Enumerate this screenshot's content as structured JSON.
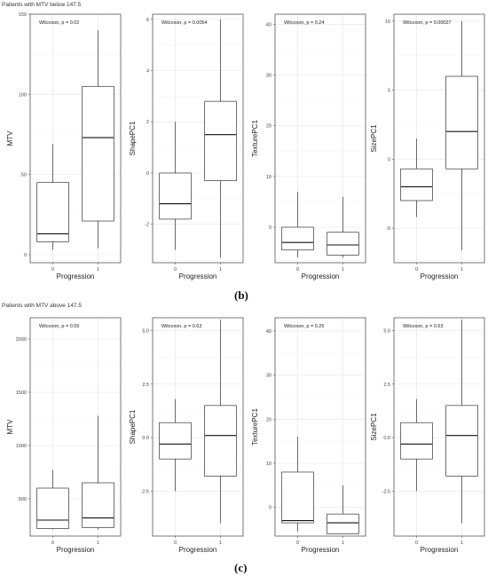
{
  "figure": {
    "panel_b": {
      "subtitle": "Patients with MTV below 147.5",
      "label": "(b)"
    },
    "panel_c": {
      "subtitle": "Patients with MTV above 147.5",
      "label": "(c)"
    }
  },
  "style": {
    "box_fill": "#ffffff",
    "box_stroke": "#333333",
    "grid": "#ebebeb",
    "frame": "#555555"
  },
  "chart_data": [
    {
      "type": "boxplot",
      "panel": "b",
      "ylabel": "MTV",
      "xlabel": "Progression",
      "annotation": "Wilcoxon, p = 0.02",
      "categories": [
        "0",
        "1"
      ],
      "ylim": [
        -5,
        150
      ],
      "yticks": [
        0,
        50,
        100,
        150
      ],
      "grid": true,
      "boxes": [
        {
          "min": 3,
          "q1": 8,
          "median": 13,
          "q3": 45,
          "max": 69
        },
        {
          "min": 4,
          "q1": 21,
          "median": 73,
          "q3": 105,
          "max": 140
        }
      ]
    },
    {
      "type": "boxplot",
      "panel": "b",
      "ylabel": "ShapePC1",
      "xlabel": "Progression",
      "annotation": "Wilcoxon, p = 0.0054",
      "categories": [
        "0",
        "1"
      ],
      "ylim": [
        -3.5,
        6.2
      ],
      "yticks": [
        -2,
        0,
        2,
        4,
        6
      ],
      "grid": true,
      "boxes": [
        {
          "min": -3.0,
          "q1": -1.8,
          "median": -1.2,
          "q3": 0.0,
          "max": 2.0
        },
        {
          "min": -3.3,
          "q1": -0.3,
          "median": 1.5,
          "q3": 2.8,
          "max": 6.0
        }
      ]
    },
    {
      "type": "boxplot",
      "panel": "b",
      "ylabel": "TexturePC1",
      "xlabel": "Progression",
      "annotation": "Wilcoxon, p = 0.24",
      "categories": [
        "0",
        "1"
      ],
      "ylim": [
        -7,
        42
      ],
      "yticks": [
        0,
        10,
        20,
        30,
        40
      ],
      "grid": true,
      "boxes": [
        {
          "min": -6.0,
          "q1": -4.5,
          "median": -3.0,
          "q3": 0.0,
          "max": 7.0
        },
        {
          "min": -6.0,
          "q1": -5.5,
          "median": -3.5,
          "q3": -1.0,
          "max": 6.0
        }
      ]
    },
    {
      "type": "boxplot",
      "panel": "b",
      "ylabel": "SizePC1",
      "xlabel": "Progression",
      "annotation": "Wilcoxon, p = 0.00027",
      "categories": [
        "0",
        "1"
      ],
      "ylim": [
        -7.5,
        10.5
      ],
      "yticks": [
        -5,
        0,
        5,
        10
      ],
      "grid": true,
      "boxes": [
        {
          "min": -4.2,
          "q1": -3.0,
          "median": -2.0,
          "q3": -0.7,
          "max": 1.5
        },
        {
          "min": -6.6,
          "q1": -0.7,
          "median": 2.0,
          "q3": 6.0,
          "max": 10.0
        }
      ]
    },
    {
      "type": "boxplot",
      "panel": "c",
      "ylabel": "MTV",
      "xlabel": "Progression",
      "annotation": "Wilcoxon, p = 0.55",
      "categories": [
        "0",
        "1"
      ],
      "ylim": [
        150,
        2200
      ],
      "yticks": [
        500,
        1000,
        1500,
        2000
      ],
      "grid": true,
      "boxes": [
        {
          "min": 210,
          "q1": 220,
          "median": 300,
          "q3": 600,
          "max": 770
        },
        {
          "min": 210,
          "q1": 230,
          "median": 320,
          "q3": 650,
          "max": 1280
        }
      ]
    },
    {
      "type": "boxplot",
      "panel": "c",
      "ylabel": "ShapePC1",
      "xlabel": "Progression",
      "annotation": "Wilcoxon, p = 0.63",
      "categories": [
        "0",
        "1"
      ],
      "ylim": [
        -4.6,
        5.6
      ],
      "yticks": [
        -2.5,
        0.0,
        2.5,
        5.0
      ],
      "grid": true,
      "boxes": [
        {
          "min": -2.5,
          "q1": -1.0,
          "median": -0.3,
          "q3": 0.7,
          "max": 1.8
        },
        {
          "min": -4.0,
          "q1": -1.8,
          "median": 0.1,
          "q3": 1.5,
          "max": 5.5
        }
      ]
    },
    {
      "type": "boxplot",
      "panel": "c",
      "ylabel": "TexturePC1",
      "xlabel": "Progression",
      "annotation": "Wilcoxon, p = 0.25",
      "categories": [
        "0",
        "1"
      ],
      "ylim": [
        -6.5,
        43
      ],
      "yticks": [
        0,
        10,
        20,
        30,
        40
      ],
      "grid": true,
      "boxes": [
        {
          "min": -5.5,
          "q1": -3.5,
          "median": -3.0,
          "q3": 8.0,
          "max": 16.0
        },
        {
          "min": -6.0,
          "q1": -6.0,
          "median": -3.5,
          "q3": -1.5,
          "max": 5.0
        }
      ]
    },
    {
      "type": "boxplot",
      "panel": "c",
      "ylabel": "SizePC1",
      "xlabel": "Progression",
      "annotation": "Wilcoxon, p = 0.63",
      "categories": [
        "0",
        "1"
      ],
      "ylim": [
        -4.6,
        5.6
      ],
      "yticks": [
        -2.5,
        0.0,
        2.5,
        5.0
      ],
      "grid": true,
      "boxes": [
        {
          "min": -2.5,
          "q1": -1.0,
          "median": -0.3,
          "q3": 0.7,
          "max": 1.8
        },
        {
          "min": -4.0,
          "q1": -1.8,
          "median": 0.1,
          "q3": 1.5,
          "max": 5.5
        }
      ]
    }
  ]
}
